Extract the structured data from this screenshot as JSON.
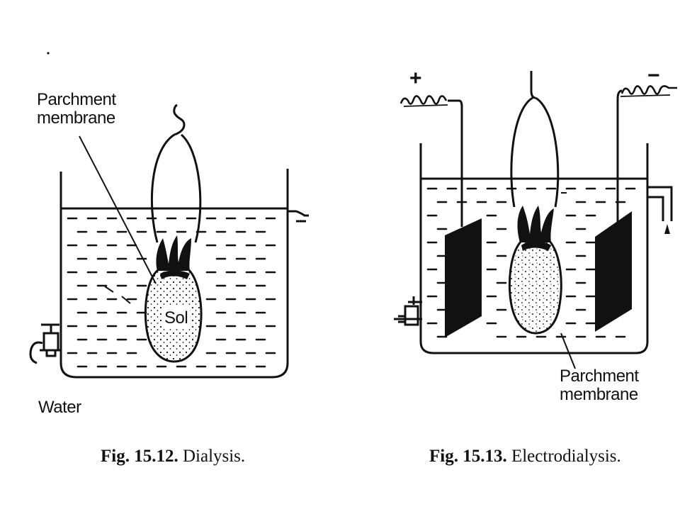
{
  "figures": {
    "dialysis": {
      "label_membrane_line1": "Parchment",
      "label_membrane_line2": "membrane",
      "label_sol": "Sol",
      "label_water": "Water",
      "caption_number": "Fig. 15.12.",
      "caption_title": "Dialysis."
    },
    "electrodialysis": {
      "label_plus": "+",
      "label_minus": "−",
      "label_membrane_line1": "Parchment",
      "label_membrane_line2": "membrane",
      "caption_number": "Fig. 15.13.",
      "caption_title": "Electrodialysis."
    }
  },
  "colors": {
    "ink": "#111111",
    "background": "#ffffff"
  }
}
